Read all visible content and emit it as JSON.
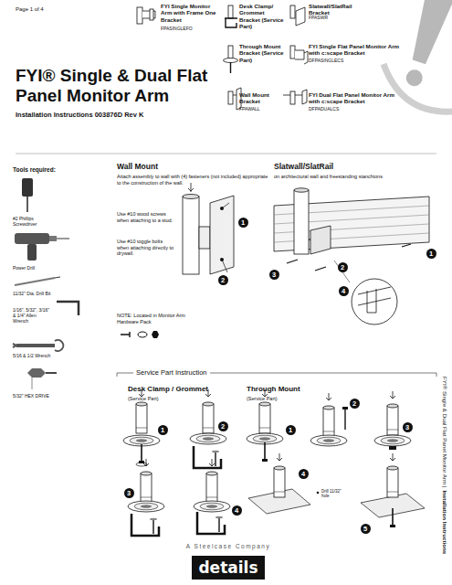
{
  "diagram": {
    "title": "FYI® Single & Dual Flat Panel Monitor Arm",
    "nodes": [
      {
        "text": [
          "1"
        ]
      },
      {
        "text": [
          "2"
        ]
      },
      {
        "text": [
          "1"
        ]
      },
      {
        "text": [
          "2"
        ]
      },
      {
        "text": [
          "3"
        ]
      },
      {
        "text": [
          "4"
        ]
      },
      {
        "text": [
          "1"
        ]
      },
      {
        "text": [
          "2"
        ]
      },
      {
        "text": [
          "3"
        ]
      },
      {
        "text": [
          "4"
        ]
      },
      {
        "text": [
          "1"
        ]
      },
      {
        "text": [
          "2"
        ]
      },
      {
        "text": [
          "3"
        ]
      },
      {
        "text": [
          "4"
        ]
      },
      {
        "text": [
          "5"
        ]
      },
      {
        "text": [
          "details"
        ]
      }
    ],
    "labels": [
      "Page 1 of 4",
      "FYI Single Monitor Arm with Frame One Bracket",
      "FPASINGLEFO",
      "Desk Clamp/ Grommet Bracket (Service Part)",
      "Slatwall/SlatRail Bracket",
      "FPASWR",
      "Through Mount Bracket (Service Part)",
      "FYI Single Flat Panel Monitor Arm with c:scape Bracket",
      "DFPASINGLECS",
      "Wall Mount Bracket",
      "FPAWALL",
      "FYI Dual Flat Panel Monitor Arm with c:scape Bracket",
      "DFPADUALCS",
      "Installation Instructions 003876D Rev K",
      "Tools required:",
      "#2 Phillips Screwdriver",
      "Power Drill",
      "11/32\" Dia. Drill Bit",
      "1/16\", 5/32\", 3/16\" & 1/4\" Allen Wrench",
      "5/16 & 1/2 Wrench",
      "5/32\" HEX DRIVE",
      "Wall Mount",
      "Attach assembly to wall with (4) fasteners (not included) appropriate to the construction of the wall.",
      "Use #10 wood screws when attaching to a stud.",
      "Use #10 toggle bolts when attaching directly to drywall.",
      "NOTE: Located in Monitor Arm Hardware Pack",
      "Slatwall/SlatRail",
      "on architectural wall and freestanding stanchions",
      "Service Part Instruction",
      "Desk Clamp / Grommet",
      "(Service Part)",
      "Through Mount",
      "(Service Part)",
      "Drill 11/32\" hole",
      "A Steelcase Company",
      "FYI® Single & Dual Flat Panel Monitor Arm |",
      "Installation Instructions"
    ]
  }
}
